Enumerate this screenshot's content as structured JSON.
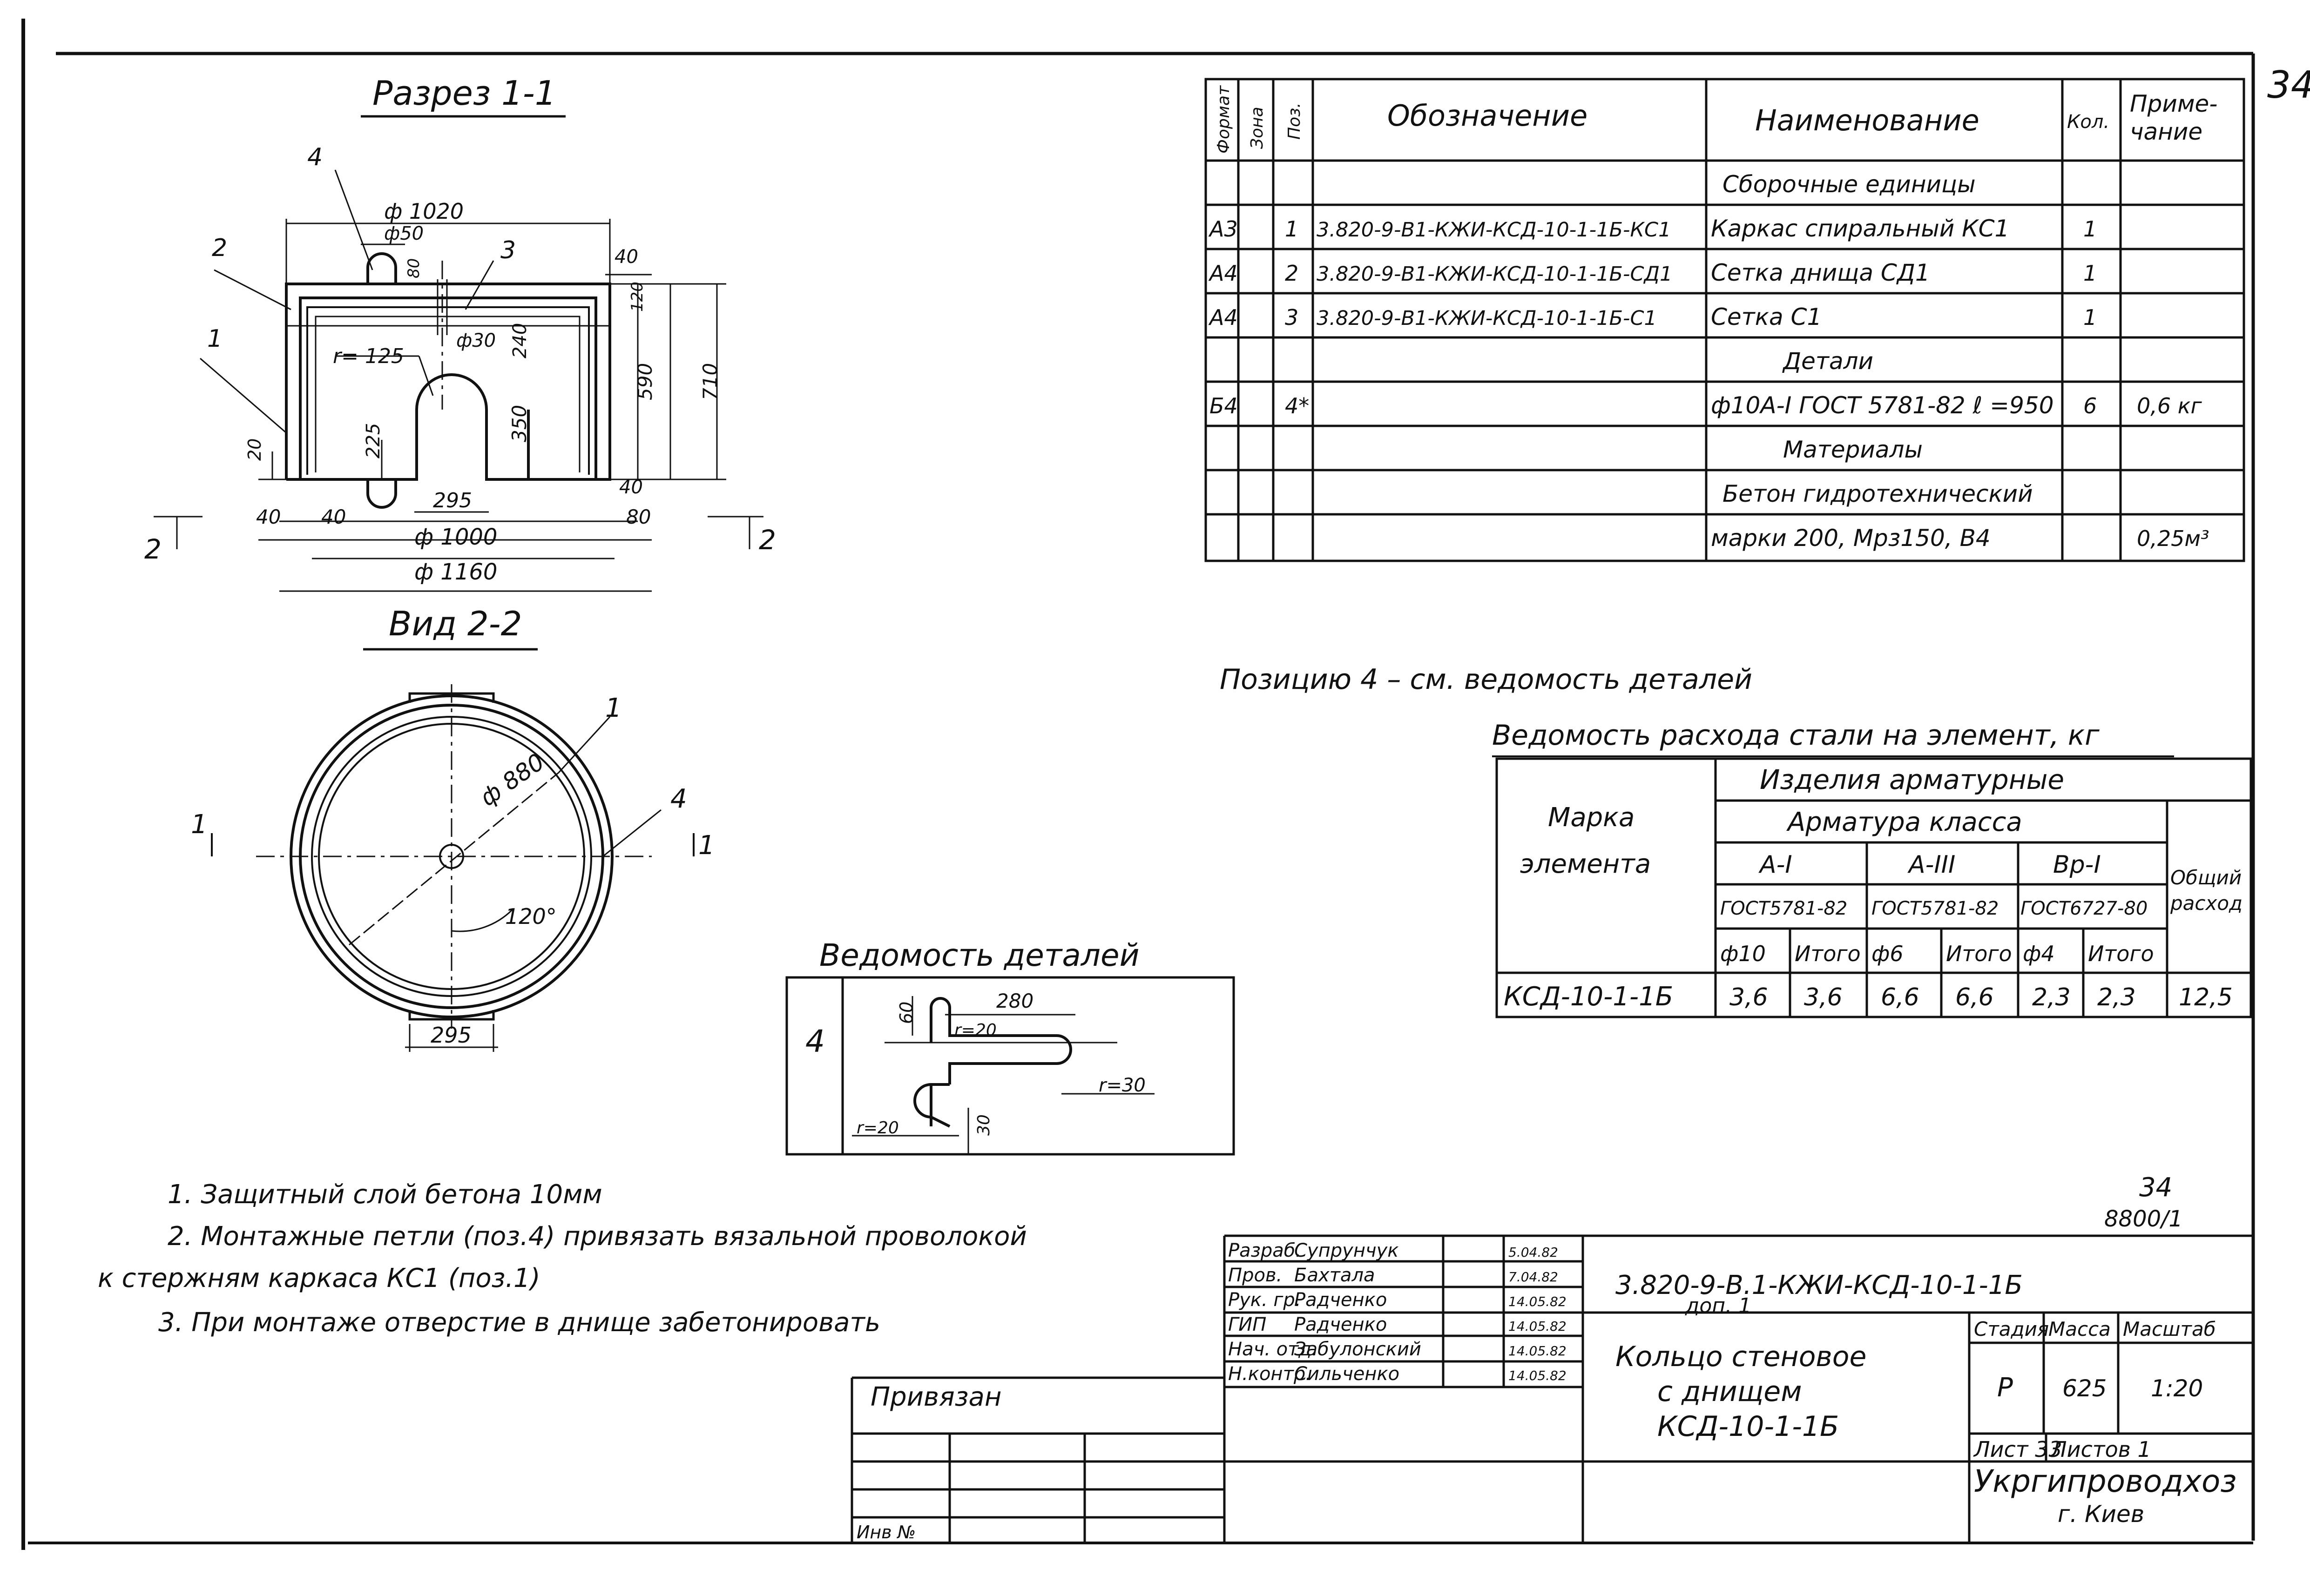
{
  "page_number": "34",
  "section_title": "Разрез 1-1",
  "view_title": "Вид 2-2",
  "section_dims": {
    "d1020": "ф 1020",
    "d50": "ф50",
    "d80": "80",
    "d40a": "40",
    "d120": "120",
    "d30": "ф30",
    "d240": "240",
    "r125": "r= 125",
    "d590": "590",
    "d710": "710",
    "d350": "350",
    "d225": "225",
    "d20": "20",
    "d295": "295",
    "d40b": "40",
    "d40c": "40",
    "d40d": "40",
    "d80b": "80",
    "d1000": "ф 1000",
    "d1160": "ф 1160",
    "n1": "1",
    "n2": "2",
    "n3": "3",
    "n4": "4",
    "cut2": "2"
  },
  "view_dims": {
    "d880": "ф 880",
    "a120": "120°",
    "d295": "295",
    "n1": "1",
    "n4": "4",
    "cut1": "1"
  },
  "spec_table": {
    "headers": [
      "Формат",
      "Зона",
      "Поз.",
      "Обозначение",
      "Наименование",
      "Кол.",
      "Приме-",
      "чание"
    ],
    "rows": [
      {
        "fmt": "",
        "pos": "",
        "code": "",
        "name": "Сборочные единицы",
        "qty": "",
        "note": ""
      },
      {
        "fmt": "А3",
        "pos": "1",
        "code": "3.820-9-В1-КЖИ-КСД-10-1-1Б-КС1",
        "name": "Каркас спиральный КС1",
        "qty": "1",
        "note": ""
      },
      {
        "fmt": "А4",
        "pos": "2",
        "code": "3.820-9-В1-КЖИ-КСД-10-1-1Б-СД1",
        "name": "Сетка днища СД1",
        "qty": "1",
        "note": ""
      },
      {
        "fmt": "А4",
        "pos": "3",
        "code": "3.820-9-В1-КЖИ-КСД-10-1-1Б-С1",
        "name": "Сетка С1",
        "qty": "1",
        "note": ""
      },
      {
        "fmt": "",
        "pos": "",
        "code": "",
        "name": "Детали",
        "qty": "",
        "note": ""
      },
      {
        "fmt": "Б4",
        "pos": "4*",
        "code": "",
        "name": "ф10А-I ГОСТ 5781-82   ℓ =950",
        "qty": "6",
        "note": "0,6 кг"
      },
      {
        "fmt": "",
        "pos": "",
        "code": "",
        "name": "Материалы",
        "qty": "",
        "note": ""
      },
      {
        "fmt": "",
        "pos": "",
        "code": "",
        "name": "Бетон гидротехнический",
        "qty": "",
        "note": ""
      },
      {
        "fmt": "",
        "pos": "",
        "code": "",
        "name": "марки 200, Мрз150, В4",
        "qty": "",
        "note": "0,25м³"
      }
    ]
  },
  "position_note": "Позицию 4 – см. ведомость деталей",
  "steel": {
    "title": "Ведомость расхода стали на элемент, кг",
    "mark_header_1": "Марка",
    "mark_header_2": "элемента",
    "products": "Изделия арматурные",
    "class": "Арматура класса",
    "a1": "А-I",
    "a3": "А-III",
    "bp1": "Вр-I",
    "g1": "ГОСТ5781-82",
    "g2": "ГОСТ5781-82",
    "g3": "ГОСТ6727-80",
    "total_1": "Общий",
    "total_2": "расход",
    "sub": [
      "ф10",
      "Итого",
      "ф6",
      "Итого",
      "ф4",
      "Итого"
    ],
    "row": {
      "mark": "КСД-10-1-1Б",
      "values": [
        "3,6",
        "3,6",
        "6,6",
        "6,6",
        "2,3",
        "2,3"
      ],
      "total": "12,5"
    }
  },
  "details": {
    "title": "Ведомость деталей",
    "pos": "4",
    "d280": "280",
    "d60": "60",
    "r20a": "r=20",
    "r30": "r=30",
    "r20b": "r=20",
    "d30": "30"
  },
  "notes": [
    "1. Защитный слой бетона 10мм",
    "2. Монтажные петли (поз.4) привязать вязальной проволокой",
    "к стержням каркаса КС1 (поз.1)",
    "3. При монтаже отверстие в днище забетонировать"
  ],
  "sheet_ref_1": "34",
  "sheet_ref_2": "8800/1",
  "stamp": {
    "people": [
      {
        "role": "Разраб.",
        "name": "Супрунчук",
        "date": "5.04.82"
      },
      {
        "role": "Пров.",
        "name": "Бахтала",
        "date": "7.04.82"
      },
      {
        "role": "Рук. гр.",
        "name": "Радченко",
        "date": "14.05.82"
      },
      {
        "role": "ГИП",
        "name": "Радченко",
        "date": "14.05.82"
      },
      {
        "role": "Нач. отд.",
        "name": "Забулонский",
        "date": "14.05.82"
      },
      {
        "role": "Н.контр.",
        "name": "Сильченко",
        "date": "14.05.82"
      }
    ],
    "doc_code": "3.820-9-В.1-КЖИ-КСД-10-1-1Б",
    "doc_sub": "доп. 1",
    "title": [
      "Кольцо стеновое",
      "с днищем",
      "КСД-10-1-1Б"
    ],
    "stage_label": "Стадия",
    "mass_label": "Масса",
    "scale_label": "Масштаб",
    "stage": "Р",
    "mass": "625",
    "scale": "1:20",
    "sheet": "Лист 33",
    "sheets": "Листов 1",
    "org": "Укргипроводхоз",
    "city": "г. Киев",
    "bound": "Привязан",
    "inv": "Инв №"
  }
}
